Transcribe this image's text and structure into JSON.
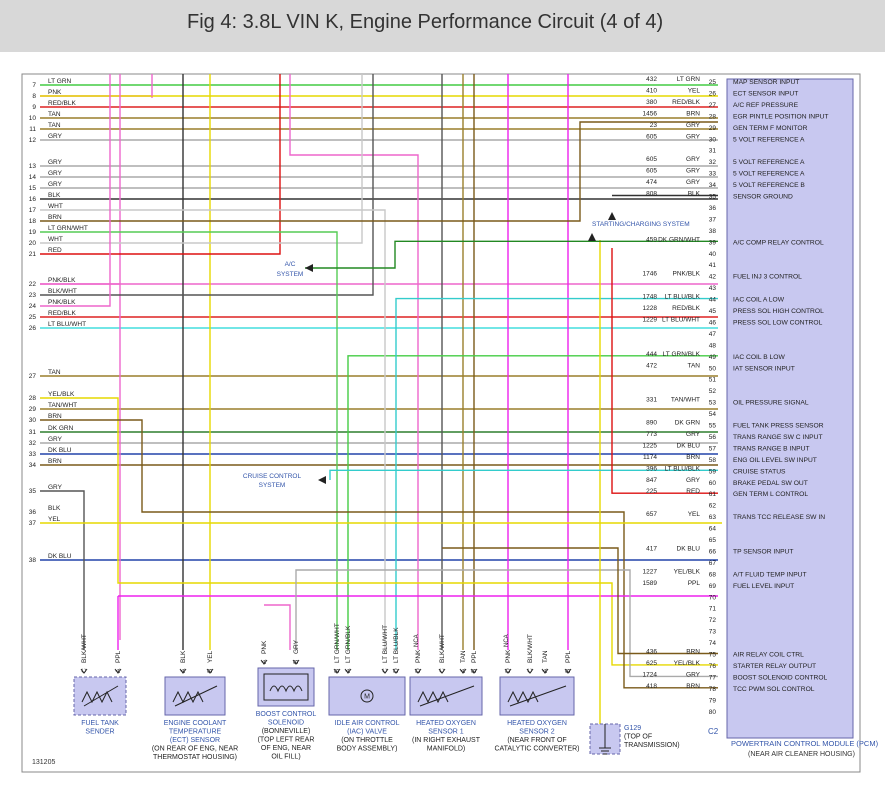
{
  "title": "Fig 4: 3.8L VIN K, Engine Performance Circuit (4 of 4)",
  "colors": {
    "LT GRN": "#44cc44",
    "PNK": "#ee66cc",
    "RED/BLK": "#dd2222",
    "TAN": "#9a7f2c",
    "GRY": "#aaaaaa",
    "BLK": "#333333",
    "WHT": "#c8c8c8",
    "BRN": "#7a5a1a",
    "LT GRN/WHT": "#55cc55",
    "RED": "#dd1111",
    "PNK/BLK": "#ee66cc",
    "BLK/WHT": "#555555",
    "RED/BLK2": "#dd2222",
    "LT BLU/WHT": "#44dddd",
    "YEL/BLK": "#e6d800",
    "TAN/WHT": "#9a7f2c",
    "DK GRN": "#2f7f2f",
    "DK BLU": "#2244aa",
    "YEL": "#e6d800",
    "PPL": "#ee22ee",
    "DK GRN/WHT": "#228822",
    "LT BLU/BLK": "#33cccc",
    "LT GRN/BLK": "#44cc44",
    "YEL/BLK2": "#e6d800"
  },
  "left_wires": [
    {
      "pin": "7",
      "color": "LT GRN"
    },
    {
      "pin": "8",
      "color": "PNK"
    },
    {
      "pin": "9",
      "color": "RED/BLK"
    },
    {
      "pin": "10",
      "color": "TAN"
    },
    {
      "pin": "11",
      "color": "TAN"
    },
    {
      "pin": "12",
      "color": "GRY"
    },
    {
      "pin": "13",
      "color": "GRY"
    },
    {
      "pin": "14",
      "color": "GRY"
    },
    {
      "pin": "15",
      "color": "GRY"
    },
    {
      "pin": "16",
      "color": "BLK"
    },
    {
      "pin": "17",
      "color": "WHT"
    },
    {
      "pin": "18",
      "color": "BRN"
    },
    {
      "pin": "19",
      "color": "LT GRN/WHT"
    },
    {
      "pin": "20",
      "color": "WHT"
    },
    {
      "pin": "21",
      "color": "RED"
    },
    {
      "pin": "22",
      "color": "PNK/BLK"
    },
    {
      "pin": "23",
      "color": "BLK/WHT"
    },
    {
      "pin": "24",
      "color": "PNK/BLK"
    },
    {
      "pin": "25",
      "color": "RED/BLK"
    },
    {
      "pin": "26",
      "color": "LT BLU/WHT"
    },
    {
      "pin": "27",
      "color": "TAN"
    },
    {
      "pin": "28",
      "color": "YEL/BLK"
    },
    {
      "pin": "29",
      "color": "TAN/WHT"
    },
    {
      "pin": "30",
      "color": "BRN"
    },
    {
      "pin": "31",
      "color": "DK GRN"
    },
    {
      "pin": "32",
      "color": "GRY"
    },
    {
      "pin": "33",
      "color": "DK BLU"
    },
    {
      "pin": "34",
      "color": "BRN"
    },
    {
      "pin": "35",
      "color": "GRY"
    },
    {
      "pin": "36",
      "color": "BLK"
    },
    {
      "pin": "37",
      "color": "YEL"
    },
    {
      "pin": "38",
      "color": "DK BLU"
    }
  ],
  "right_wires": [
    {
      "circuit": "432",
      "color": "LT GRN",
      "pin": "25",
      "func": "MAP SENSOR INPUT"
    },
    {
      "circuit": "410",
      "color": "YEL",
      "pin": "26",
      "func": "ECT SENSOR INPUT"
    },
    {
      "circuit": "380",
      "color": "RED/BLK",
      "pin": "27",
      "func": "A/C REF PRESSURE"
    },
    {
      "circuit": "1456",
      "color": "BRN",
      "pin": "28",
      "func": "EGR PINTLE POSITION INPUT"
    },
    {
      "circuit": "23",
      "color": "GRY",
      "pin": "29",
      "func": "GEN TERM F MONITOR"
    },
    {
      "circuit": "605",
      "color": "GRY",
      "pin": "30",
      "func": "5 VOLT REFERENCE A"
    },
    {
      "circuit": "",
      "color": "",
      "pin": "31",
      "func": ""
    },
    {
      "circuit": "605",
      "color": "GRY",
      "pin": "32",
      "func": "5 VOLT REFERENCE A"
    },
    {
      "circuit": "605",
      "color": "GRY",
      "pin": "33",
      "func": "5 VOLT REFERENCE A"
    },
    {
      "circuit": "474",
      "color": "GRY",
      "pin": "34",
      "func": "5 VOLT REFERENCE B"
    },
    {
      "circuit": "808",
      "color": "BLK",
      "pin": "35",
      "func": "SENSOR GROUND"
    },
    {
      "circuit": "",
      "color": "",
      "pin": "36",
      "func": ""
    },
    {
      "circuit": "",
      "color": "",
      "pin": "37",
      "func": ""
    },
    {
      "circuit": "",
      "color": "",
      "pin": "38",
      "func": ""
    },
    {
      "circuit": "459",
      "color": "DK GRN/WHT",
      "pin": "39",
      "func": "A/C COMP RELAY CONTROL"
    },
    {
      "circuit": "",
      "color": "",
      "pin": "40",
      "func": ""
    },
    {
      "circuit": "",
      "color": "",
      "pin": "41",
      "func": ""
    },
    {
      "circuit": "1746",
      "color": "PNK/BLK",
      "pin": "42",
      "func": "FUEL INJ 3 CONTROL"
    },
    {
      "circuit": "",
      "color": "",
      "pin": "43",
      "func": ""
    },
    {
      "circuit": "1748",
      "color": "LT BLU/BLK",
      "pin": "44",
      "func": "IAC COIL A LOW"
    },
    {
      "circuit": "1228",
      "color": "RED/BLK",
      "pin": "45",
      "func": "PRESS SOL HIGH CONTROL"
    },
    {
      "circuit": "1229",
      "color": "LT BLU/WHT",
      "pin": "46",
      "func": "PRESS SOL LOW CONTROL"
    },
    {
      "circuit": "",
      "color": "",
      "pin": "47",
      "func": ""
    },
    {
      "circuit": "",
      "color": "",
      "pin": "48",
      "func": ""
    },
    {
      "circuit": "444",
      "color": "LT GRN/BLK",
      "pin": "49",
      "func": "IAC COIL B LOW"
    },
    {
      "circuit": "472",
      "color": "TAN",
      "pin": "50",
      "func": "IAT SENSOR INPUT"
    },
    {
      "circuit": "",
      "color": "",
      "pin": "51",
      "func": ""
    },
    {
      "circuit": "",
      "color": "",
      "pin": "52",
      "func": ""
    },
    {
      "circuit": "331",
      "color": "TAN/WHT",
      "pin": "53",
      "func": "OIL PRESSURE SIGNAL"
    },
    {
      "circuit": "",
      "color": "",
      "pin": "54",
      "func": ""
    },
    {
      "circuit": "890",
      "color": "DK GRN",
      "pin": "55",
      "func": "FUEL TANK PRESS SENSOR"
    },
    {
      "circuit": "773",
      "color": "GRY",
      "pin": "56",
      "func": "TRANS RANGE SW C INPUT"
    },
    {
      "circuit": "1225",
      "color": "DK BLU",
      "pin": "57",
      "func": "TRANS RANGE B INPUT"
    },
    {
      "circuit": "1174",
      "color": "BRN",
      "pin": "58",
      "func": "ENG OIL LEVEL SW INPUT"
    },
    {
      "circuit": "396",
      "color": "LT BLU/BLK",
      "pin": "59",
      "func": "CRUISE STATUS"
    },
    {
      "circuit": "847",
      "color": "GRY",
      "pin": "60",
      "func": "BRAKE PEDAL SW OUT"
    },
    {
      "circuit": "225",
      "color": "RED",
      "pin": "61",
      "func": "GEN TERM L CONTROL"
    },
    {
      "circuit": "",
      "color": "",
      "pin": "62",
      "func": ""
    },
    {
      "circuit": "657",
      "color": "YEL",
      "pin": "63",
      "func": "TRANS TCC RELEASE SW IN"
    },
    {
      "circuit": "",
      "color": "",
      "pin": "64",
      "func": ""
    },
    {
      "circuit": "",
      "color": "",
      "pin": "65",
      "func": ""
    },
    {
      "circuit": "417",
      "color": "DK BLU",
      "pin": "66",
      "func": "TP SENSOR INPUT"
    },
    {
      "circuit": "",
      "color": "",
      "pin": "67",
      "func": ""
    },
    {
      "circuit": "1227",
      "color": "YEL/BLK",
      "pin": "68",
      "func": "A/T FLUID TEMP INPUT"
    },
    {
      "circuit": "1589",
      "color": "PPL",
      "pin": "69",
      "func": "FUEL LEVEL INPUT"
    },
    {
      "circuit": "",
      "color": "",
      "pin": "70",
      "func": ""
    },
    {
      "circuit": "",
      "color": "",
      "pin": "71",
      "func": ""
    },
    {
      "circuit": "",
      "color": "",
      "pin": "72",
      "func": ""
    },
    {
      "circuit": "",
      "color": "",
      "pin": "73",
      "func": ""
    },
    {
      "circuit": "",
      "color": "",
      "pin": "74",
      "func": ""
    },
    {
      "circuit": "436",
      "color": "BRN",
      "pin": "75",
      "func": "AIR RELAY COIL CTRL"
    },
    {
      "circuit": "625",
      "color": "YEL/BLK",
      "pin": "76",
      "func": "STARTER RELAY OUTPUT"
    },
    {
      "circuit": "1724",
      "color": "GRY",
      "pin": "77",
      "func": "BOOST SOLENOID CONTROL"
    },
    {
      "circuit": "418",
      "color": "BRN",
      "pin": "78",
      "func": "TCC PWM SOL CONTROL"
    },
    {
      "circuit": "",
      "color": "",
      "pin": "79",
      "func": ""
    },
    {
      "circuit": "",
      "color": "",
      "pin": "80",
      "func": ""
    }
  ],
  "connector_label": "C2",
  "pcm": {
    "name": "POWERTRAIN CONTROL MODULE (PCM)",
    "location": "(NEAR AIR CLEANER HOUSING)"
  },
  "refs": {
    "starting": "STARTING/CHARGING SYSTEM",
    "ac": [
      "A/C",
      "SYSTEM"
    ],
    "cruise": [
      "CRUISE CONTROL",
      "SYSTEM"
    ]
  },
  "components": [
    {
      "key": "fuel",
      "title": [
        "FUEL TANK",
        "SENDER"
      ],
      "note": [],
      "pins": [
        {
          "letter": "C",
          "color": "BLK/WHT"
        },
        {
          "letter": "A",
          "color": "PPL"
        }
      ]
    },
    {
      "key": "ect",
      "title": [
        "ENGINE COOLANT",
        "TEMPERATURE",
        "(ECT) SENSOR"
      ],
      "note": [
        "(ON REAR OF ENG, NEAR",
        "THERMOSTAT HOUSING)"
      ],
      "pins": [
        {
          "letter": "A",
          "color": "BLK"
        },
        {
          "letter": "B",
          "color": "YEL"
        }
      ]
    },
    {
      "key": "boost",
      "title": [
        "BOOST CONTROL",
        "SOLENOID"
      ],
      "note": [
        "(BONNEVILLE)",
        "(TOP LEFT REAR",
        "OF ENG, NEAR",
        "OIL FILL)"
      ],
      "pins": [
        {
          "letter": "A",
          "color": "PNK"
        },
        {
          "letter": "B",
          "color": "GRY"
        }
      ]
    },
    {
      "key": "iac",
      "title": [
        "IDLE AIR CONTROL",
        "(IAC) VALVE"
      ],
      "note": [
        "(ON THROTTLE",
        "BODY ASSEMBLY)"
      ],
      "pins": [
        {
          "letter": "B",
          "color": "LT GRN/WHT"
        },
        {
          "letter": "A",
          "color": "LT GRN/BLK"
        },
        {
          "letter": "C",
          "color": "LT BLU/WHT"
        },
        {
          "letter": "D",
          "color": "LT BLU/BLK"
        }
      ]
    },
    {
      "key": "ho2s1",
      "title": [
        "HEATED OXYGEN",
        "SENSOR 1"
      ],
      "note": [
        "(IN RIGHT EXHAUST",
        "MANIFOLD)"
      ],
      "pins": [
        {
          "letter": "D",
          "color": "PNK"
        },
        {
          "letter": "C",
          "color": "BLK/WHT"
        },
        {
          "letter": "A",
          "color": "TAN"
        },
        {
          "letter": "B",
          "color": "PPL"
        }
      ]
    },
    {
      "key": "ho2s2",
      "title": [
        "HEATED OXYGEN",
        "SENSOR 2"
      ],
      "note": [
        "(NEAR FRONT OF",
        "CATALYTIC CONVERTER)"
      ],
      "pins": [
        {
          "letter": "D",
          "color": "PNK"
        },
        {
          "letter": "C",
          "color": "BLK/WHT"
        },
        {
          "letter": "A",
          "color": "TAN"
        },
        {
          "letter": "B",
          "color": "PPL"
        }
      ]
    },
    {
      "key": "g129",
      "title": [
        "G129"
      ],
      "note": [
        "(TOP OF",
        "TRANSMISSION)"
      ],
      "pins": []
    }
  ],
  "nca": "NCA",
  "figure_id": "131205"
}
